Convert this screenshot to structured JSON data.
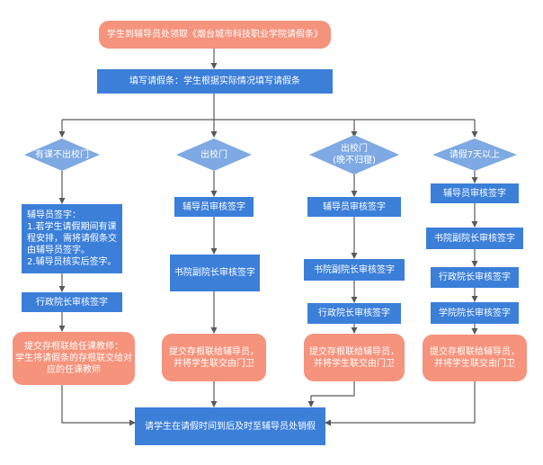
{
  "colors": {
    "process": "#3b7fd9",
    "terminal": "#f5937c",
    "decision": "#7ea9e2",
    "line": "#595959"
  },
  "nodes": {
    "start": "学生到辅导员处领取《烟台城市科技职业学院请假条》",
    "fill": "填写请假条：学生根据实际情况填写请假条",
    "d1": "有课不出校门",
    "d2": "出校门",
    "d3": "出校门\n(晚不归寝)",
    "d4": "请假7天以上",
    "c1_sign": "辅导员签字：\n1.若学生请假期间有课程安排，需将请假条交由辅导员签字。\n2.辅导员核实后签字。",
    "c1_admin": "行政院长审核签字",
    "c1_submit": "提交存根联给任课教师：\n学生将请假条的存根联交给对应的任课教师",
    "c2_counselor": "辅导员审核签字",
    "c2_deputy": "书院副院长审核签字",
    "c2_submit": "提交存根联给辅导员，\n并将学生联交由门卫",
    "c3_counselor": "辅导员审核签字",
    "c3_deputy": "书院副院长审核签字",
    "c3_admin": "行政院长审核签字",
    "c3_submit": "提交存根联给辅导员，\n并将学生联交由门卫",
    "c4_counselor": "辅导员审核签字",
    "c4_deputy": "书院副院长审核签字",
    "c4_admin": "行政院长审核签字",
    "c4_dean": "学院院长审核签字",
    "c4_submit": "提交存根联给辅导员，\n并将学生联交由门卫",
    "end": "请学生在请假时间到后及时至辅导员处销假"
  }
}
